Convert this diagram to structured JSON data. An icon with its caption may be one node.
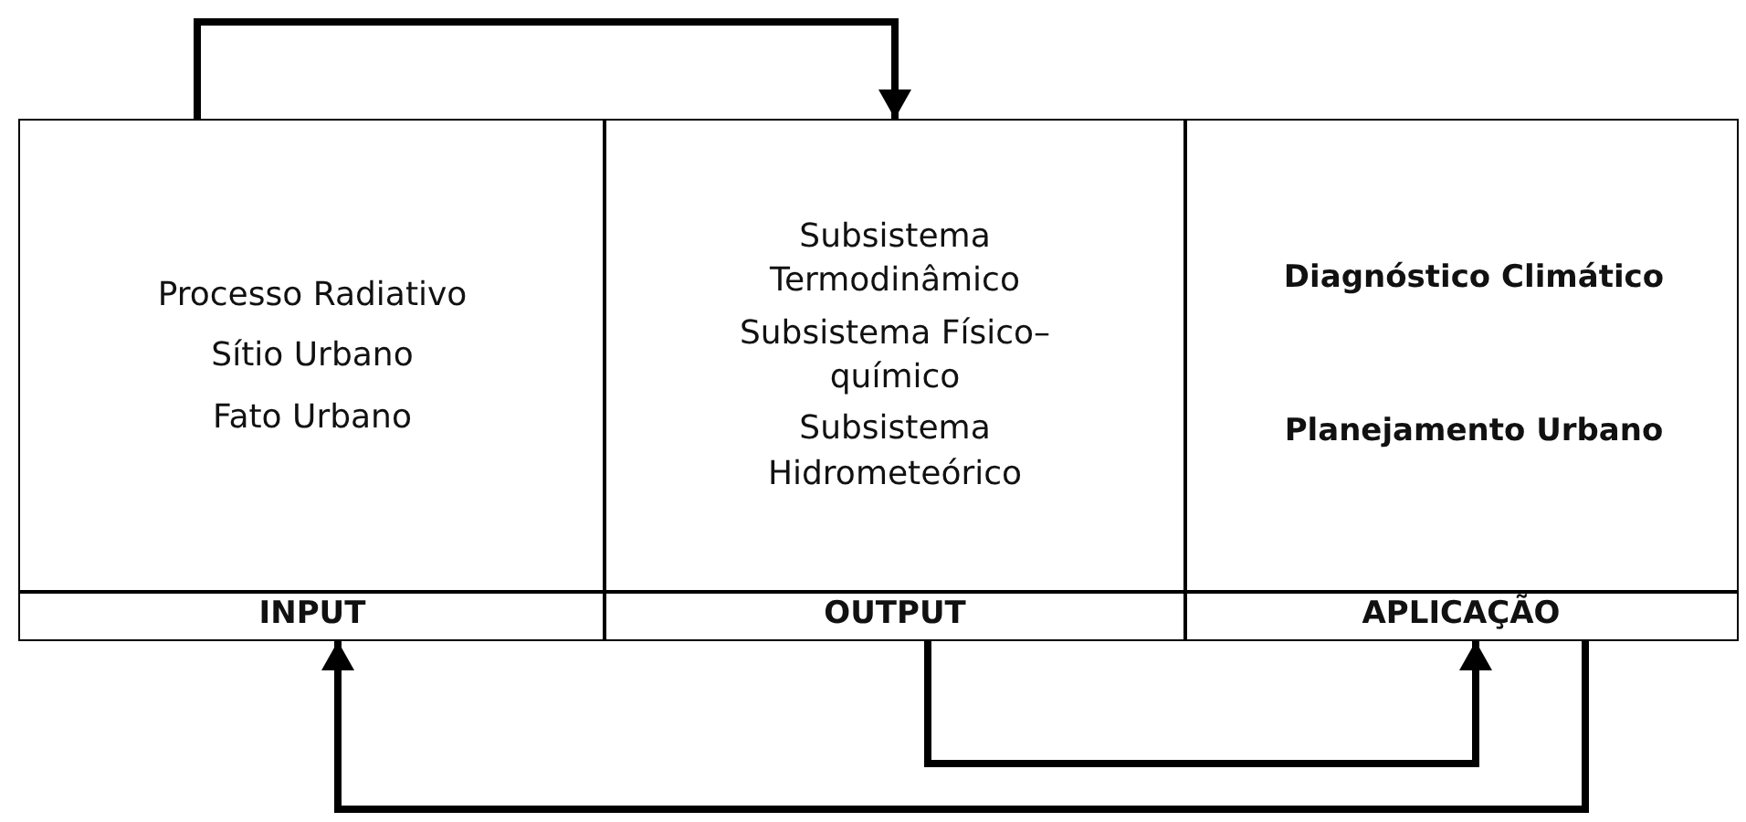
{
  "diagram": {
    "nodes": [
      {
        "text": [
          "Processo Radiativo",
          "Sítio Urbano",
          "Fato Urbano"
        ]
      },
      {
        "text": [
          "Subsistema Termodinâmico",
          "Subsistema Físico–químico",
          "Subsistema Hidrometeórico"
        ]
      },
      {
        "text": [
          "Diagnóstico Climático",
          "Planejamento Urbano"
        ]
      },
      {
        "text": [
          "INPUT"
        ]
      },
      {
        "text": [
          "OUTPUT"
        ]
      },
      {
        "text": [
          "APLICAÇÃO"
        ]
      }
    ],
    "edges": [
      {
        "from": 0,
        "to": 1,
        "arrow": "to"
      },
      {
        "from": 4,
        "to": 5,
        "arrow": "to"
      },
      {
        "from": 5,
        "to": 3,
        "arrow": "to"
      }
    ]
  }
}
